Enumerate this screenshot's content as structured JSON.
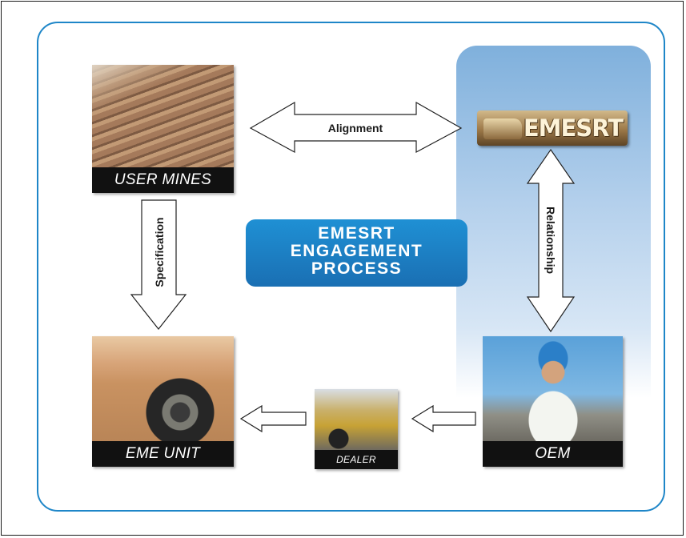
{
  "tiles": {
    "user_mines": "USER MINES",
    "eme_unit": "EME UNIT",
    "dealer": "DEALER",
    "oem": "OEM"
  },
  "logo": "EMESRT",
  "center": {
    "line1": "EMESRT",
    "line2": "ENGAGEMENT",
    "line3": "PROCESS"
  },
  "arrows": {
    "alignment": "Alignment",
    "specification": "Specification",
    "relationship": "Relationship"
  },
  "colors": {
    "panel_border": "#1e86c8",
    "center_box": "#1a7fc4",
    "caption_bar": "#111111"
  }
}
